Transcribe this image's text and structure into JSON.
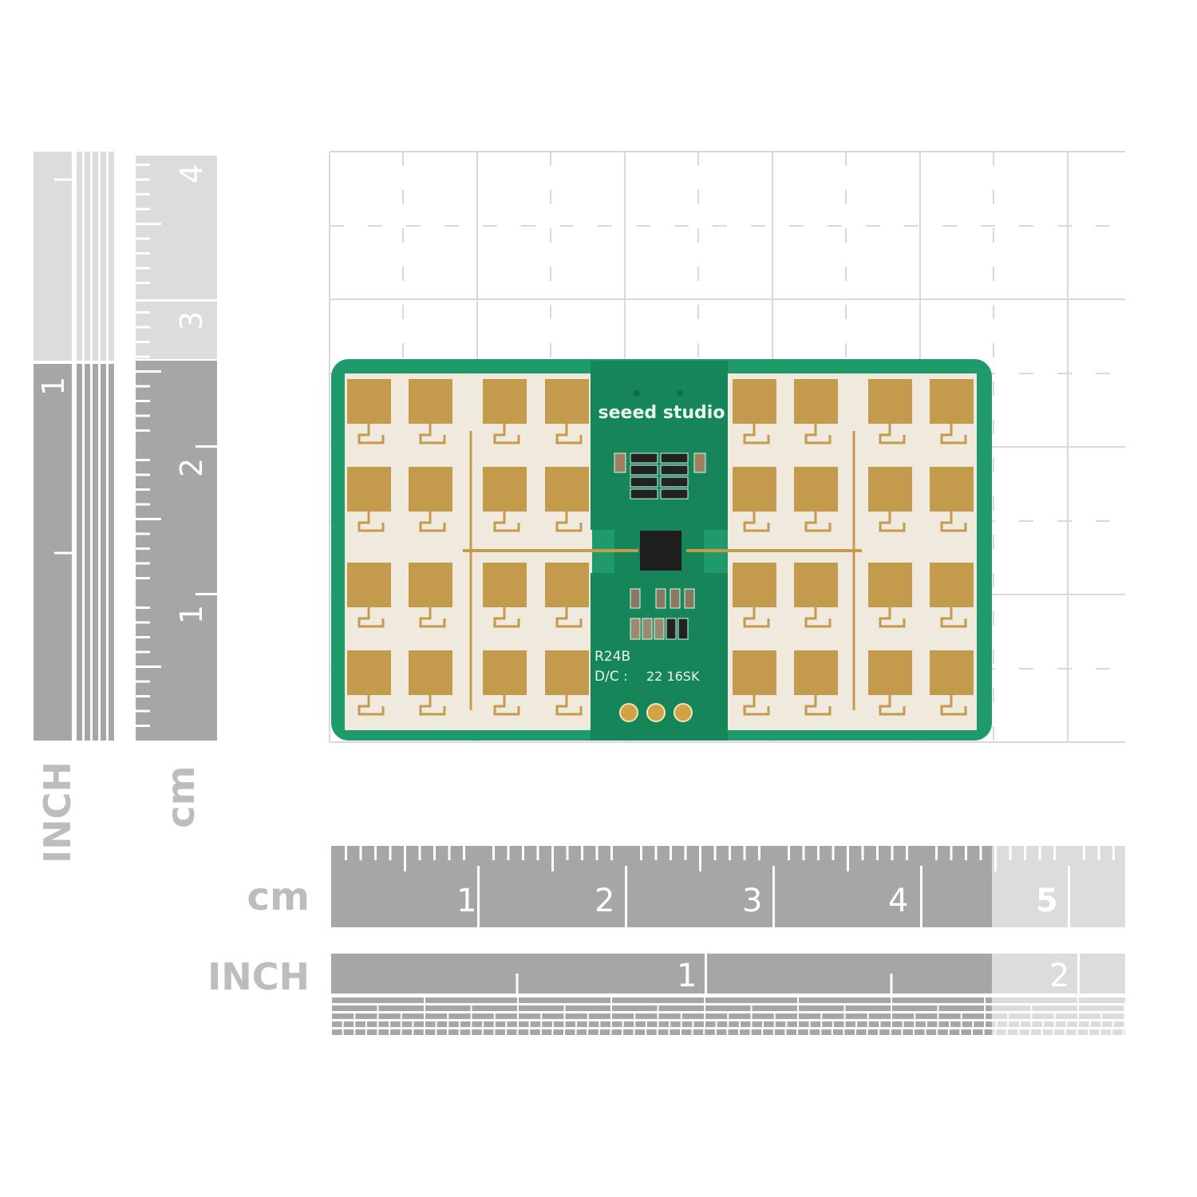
{
  "product": {
    "brand_silkscreen": "seeed studio",
    "model_silkscreen": "R24B",
    "date_code_label": "D/C :",
    "date_code_value": "22 16SK"
  },
  "bottom_rulers": {
    "cm_label": "cm",
    "inch_label": "INCH",
    "cm_numbers": [
      "1",
      "2",
      "3",
      "4",
      "5"
    ],
    "inch_numbers": [
      "1",
      "2"
    ]
  },
  "left_rulers": {
    "inch_label": "INCH",
    "cm_label": "cm",
    "cm_numbers": [
      "4",
      "3",
      "2",
      "1"
    ],
    "inch_numbers": [
      "1"
    ]
  },
  "colors": {
    "pcb_green": "#1f9b6b",
    "pcb_dark_green": "#17855a",
    "substrate": "#efeadd",
    "gold": "#c49a4c",
    "ruler_dark": "#a6a6a6",
    "ruler_light": "#dcdcdc",
    "grid": "#d9d9d9"
  }
}
